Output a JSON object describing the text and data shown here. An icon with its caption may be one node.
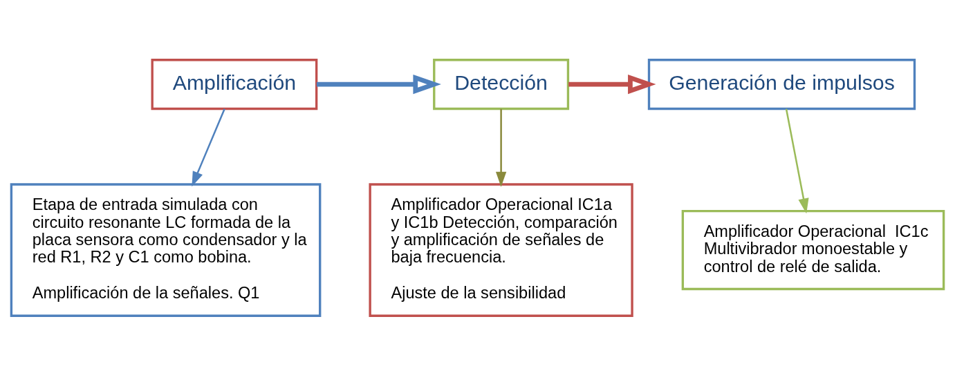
{
  "diagram": {
    "nodes": [
      {
        "text": [
          "Amplificación"
        ]
      },
      {
        "text": [
          "Detección"
        ]
      },
      {
        "text": [
          "Generación de impulsos"
        ]
      },
      {
        "text": [
          "Etapa de entrada simulada con circuito resonante LC formada de la placa sensora como condensador y la red R1, R2 y C1 como bobina.",
          "Amplificación de la señales. Q1"
        ]
      },
      {
        "text": [
          "Amplificador Operacional IC1a y IC1b Detección, comparación y amplificación de señales de baja frecuencia.",
          "Ajuste de la sensibilidad"
        ]
      },
      {
        "text": [
          "Amplificador Operacional  IC1c Multivibrador monoestable y control de relé de salida."
        ]
      }
    ],
    "edges": [
      {
        "from": 0,
        "to": 1,
        "arrow": "to",
        "style": "thick",
        "color": "#4f81bd"
      },
      {
        "from": 1,
        "to": 2,
        "arrow": "to",
        "style": "thick",
        "color": "#c0504d"
      },
      {
        "from": 0,
        "to": 3,
        "arrow": "to",
        "color": "#4f81bd"
      },
      {
        "from": 1,
        "to": 4,
        "arrow": "to",
        "color": "#8a8a3c"
      },
      {
        "from": 2,
        "to": 5,
        "arrow": "to",
        "color": "#9bbb59"
      }
    ]
  }
}
